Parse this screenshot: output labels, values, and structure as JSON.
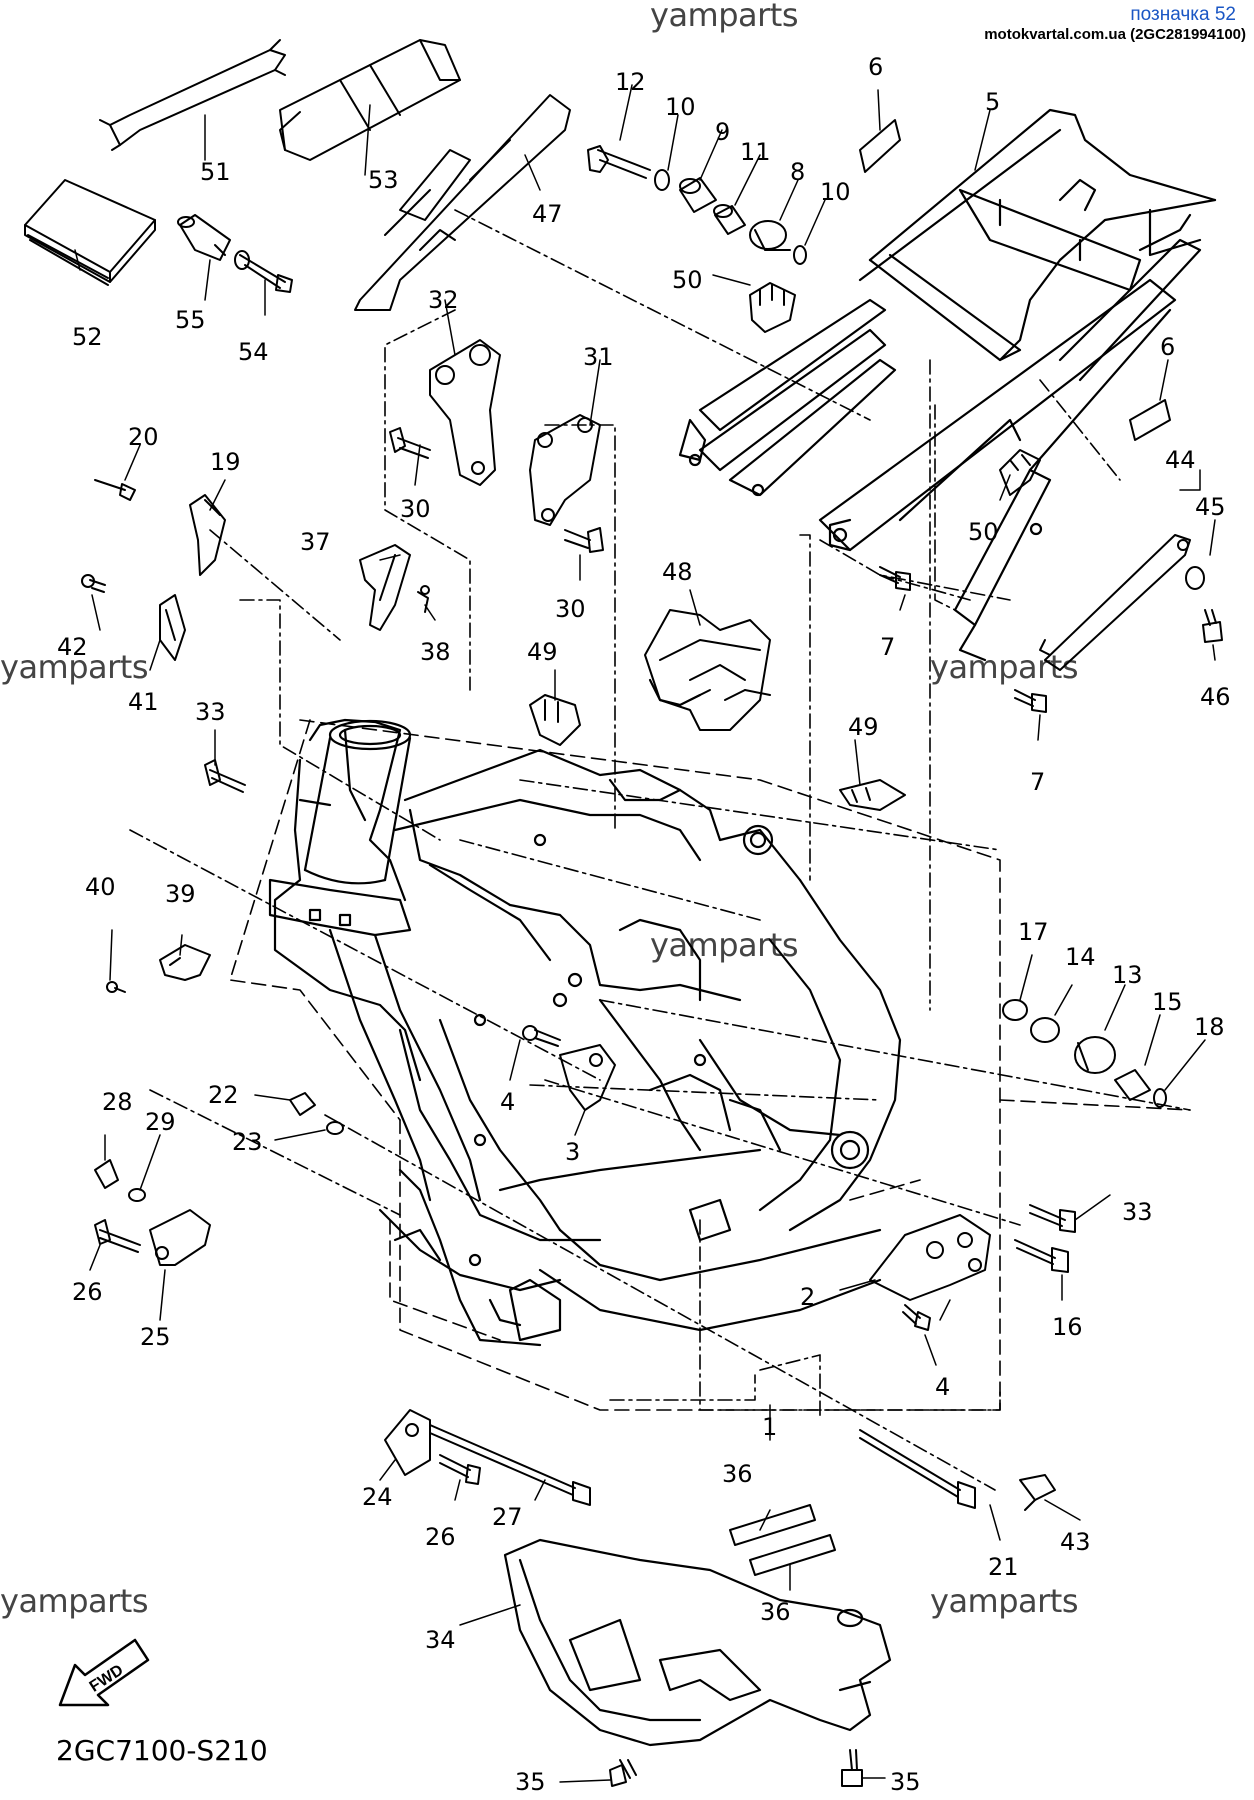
{
  "header": {
    "link_text": "позначка 52",
    "source_text": "motokvartal.com.ua (2GC281994100)"
  },
  "watermark": "yamparts",
  "diagram_code": "2GC7100-S210",
  "fwd_label": "FWD",
  "callouts": [
    "1",
    "2",
    "3",
    "4",
    "4",
    "5",
    "6",
    "6",
    "7",
    "7",
    "8",
    "9",
    "10",
    "10",
    "11",
    "12",
    "13",
    "14",
    "15",
    "16",
    "17",
    "18",
    "19",
    "20",
    "21",
    "22",
    "23",
    "24",
    "25",
    "26",
    "26",
    "27",
    "28",
    "29",
    "30",
    "30",
    "31",
    "32",
    "33",
    "33",
    "34",
    "35",
    "35",
    "36",
    "36",
    "37",
    "38",
    "39",
    "40",
    "41",
    "42",
    "43",
    "44",
    "45",
    "46",
    "47",
    "48",
    "49",
    "49",
    "50",
    "50",
    "51",
    "52",
    "53",
    "54",
    "55"
  ],
  "colors": {
    "line": "#000000",
    "watermark": "#444444",
    "link": "#1a56c4"
  }
}
